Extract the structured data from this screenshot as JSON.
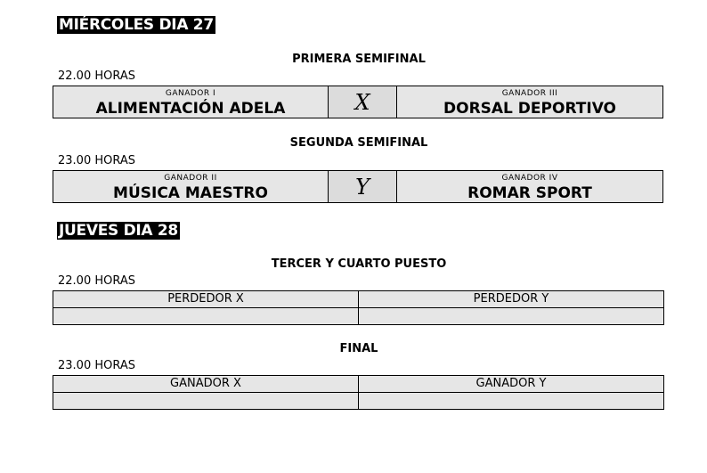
{
  "day1": {
    "header": "MIÉRCOLES DIA 27",
    "semi1": {
      "title": "PRIMERA SEMIFINAL",
      "time": "22.00 HORAS",
      "left_seed": "GANADOR I",
      "left_team": "ALIMENTACIÓN ADELA",
      "symbol": "X",
      "right_seed": "GANADOR III",
      "right_team": "DORSAL DEPORTIVO"
    },
    "semi2": {
      "title": "SEGUNDA SEMIFINAL",
      "time": "23.00 HORAS",
      "left_seed": "GANADOR II",
      "left_team": "MÚSICA MAESTRO",
      "symbol": "Y",
      "right_seed": "GANADOR IV",
      "right_team": "ROMAR SPORT"
    }
  },
  "day2": {
    "header": "JUEVES DIA 28",
    "third": {
      "title": "TERCER Y CUARTO PUESTO",
      "time": "22.00 HORAS",
      "left_label": "PERDEDOR X",
      "right_label": "PERDEDOR Y",
      "left_value": "",
      "right_value": ""
    },
    "final": {
      "title": "FINAL",
      "time": "23.00 HORAS",
      "left_label": "GANADOR X",
      "right_label": "GANADOR Y",
      "left_value": "",
      "right_value": ""
    }
  }
}
